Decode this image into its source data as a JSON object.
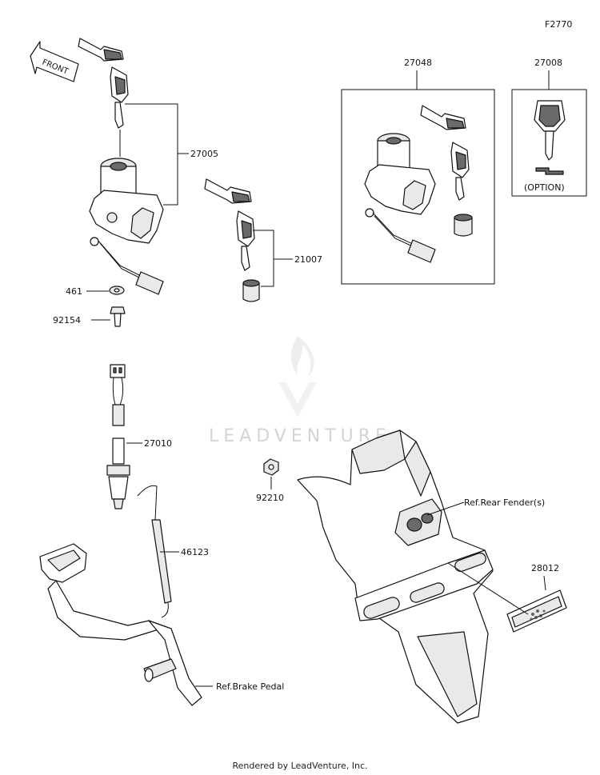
{
  "diagram": {
    "figure_code": "F2770",
    "front_label": "FRONT",
    "watermark": "LEADVENTURE",
    "option_label": "(OPTION)",
    "parts": [
      {
        "id": "27005"
      },
      {
        "id": "21007"
      },
      {
        "id": "461"
      },
      {
        "id": "92154"
      },
      {
        "id": "27048"
      },
      {
        "id": "27008"
      },
      {
        "id": "27010"
      },
      {
        "id": "46123"
      },
      {
        "id": "92210"
      },
      {
        "id": "28012"
      }
    ],
    "references": {
      "rear_fender": "Ref.Rear Fender(s)",
      "brake_pedal": "Ref.Brake Pedal"
    }
  },
  "footer": {
    "text": "Rendered by LeadVenture, Inc."
  }
}
